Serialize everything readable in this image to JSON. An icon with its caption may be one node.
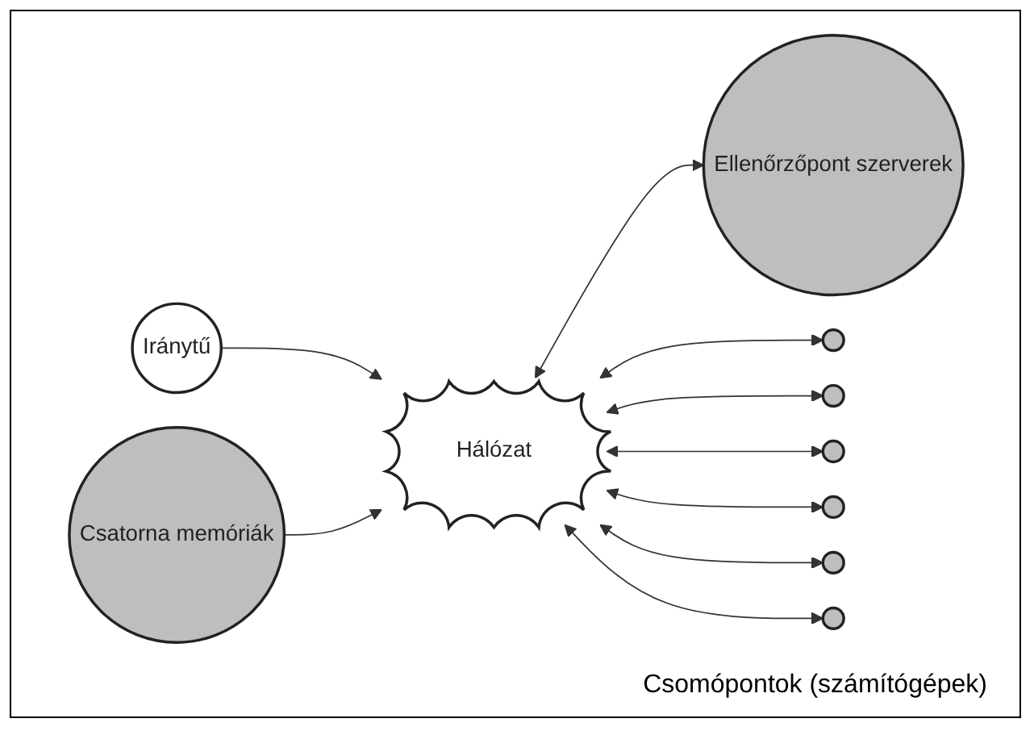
{
  "diagram": {
    "nodes": [
      {
        "text": [
          "Csatorna memóriák"
        ]
      },
      {
        "text": [
          "Ellenőrzőpont szerverek"
        ]
      },
      {
        "text": [
          "Iránytű"
        ]
      },
      {
        "text": [
          "Hálózat"
        ]
      },
      {
        "text": [],
        "shape": "circle"
      },
      {
        "text": [],
        "shape": "circle"
      },
      {
        "text": [],
        "shape": "circle"
      },
      {
        "text": [],
        "shape": "circle"
      },
      {
        "text": [],
        "shape": "circle"
      },
      {
        "text": [],
        "shape": "circle"
      }
    ],
    "edges": [
      {
        "from": 2,
        "to": 3,
        "arrow": "to"
      },
      {
        "from": 0,
        "to": 3,
        "arrow": "to"
      },
      {
        "from": 3,
        "to": 1,
        "arrow": "both"
      },
      {
        "from": 3,
        "to": 4,
        "arrow": "both"
      },
      {
        "from": 3,
        "to": 5,
        "arrow": "both"
      },
      {
        "from": 3,
        "to": 6,
        "arrow": "both"
      },
      {
        "from": 3,
        "to": 7,
        "arrow": "both"
      },
      {
        "from": 3,
        "to": 8,
        "arrow": "both"
      },
      {
        "from": 3,
        "to": 9,
        "arrow": "both"
      }
    ],
    "labels": [
      "Csomópontok (számítógépek)"
    ]
  }
}
